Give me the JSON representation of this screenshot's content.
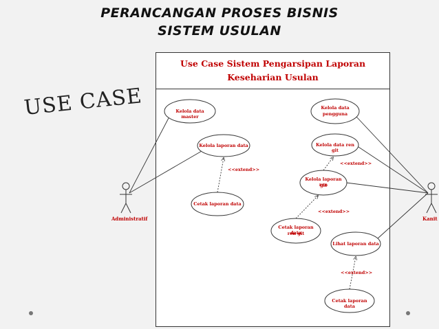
{
  "slide": {
    "title_line_1": "PERANCANGAN PROSES BISNIS",
    "title_line_2": "SISTEM USULAN",
    "side_label": "USE CASE"
  },
  "system": {
    "title_line_1": "Use Case Sistem Pengarsipan Laporan",
    "title_line_2": "Keseharian Usulan"
  },
  "actors": {
    "admin": "Administratif",
    "kanit": "Kanit"
  },
  "use_cases": {
    "kelola_master": "Kelola data master",
    "kelola_pengguna_1": "Kelola data",
    "kelola_pengguna_2": "pengguna",
    "kelola_laporan": "Kelola laporan data",
    "kelola_data_rengit": "Kelola data ren git",
    "kelola_laporan_rengit_1": "Kelola laporan ren",
    "kelola_laporan_rengit_2": "git",
    "cetak_laporan_admin": "Cetak laporan data",
    "cetak_laporan_rengit_1": "Cetak laporan data",
    "cetak_laporan_rengit_2": "ren git",
    "lihat_laporan": "Lihat laporan data",
    "cetak_laporan_kanit": "Cetak laporan data"
  },
  "relations": {
    "extend_1": "<<extend>>",
    "extend_2": "<<extend>>",
    "extend_3": "<<extend>>",
    "extend_4": "<<extend>>"
  }
}
